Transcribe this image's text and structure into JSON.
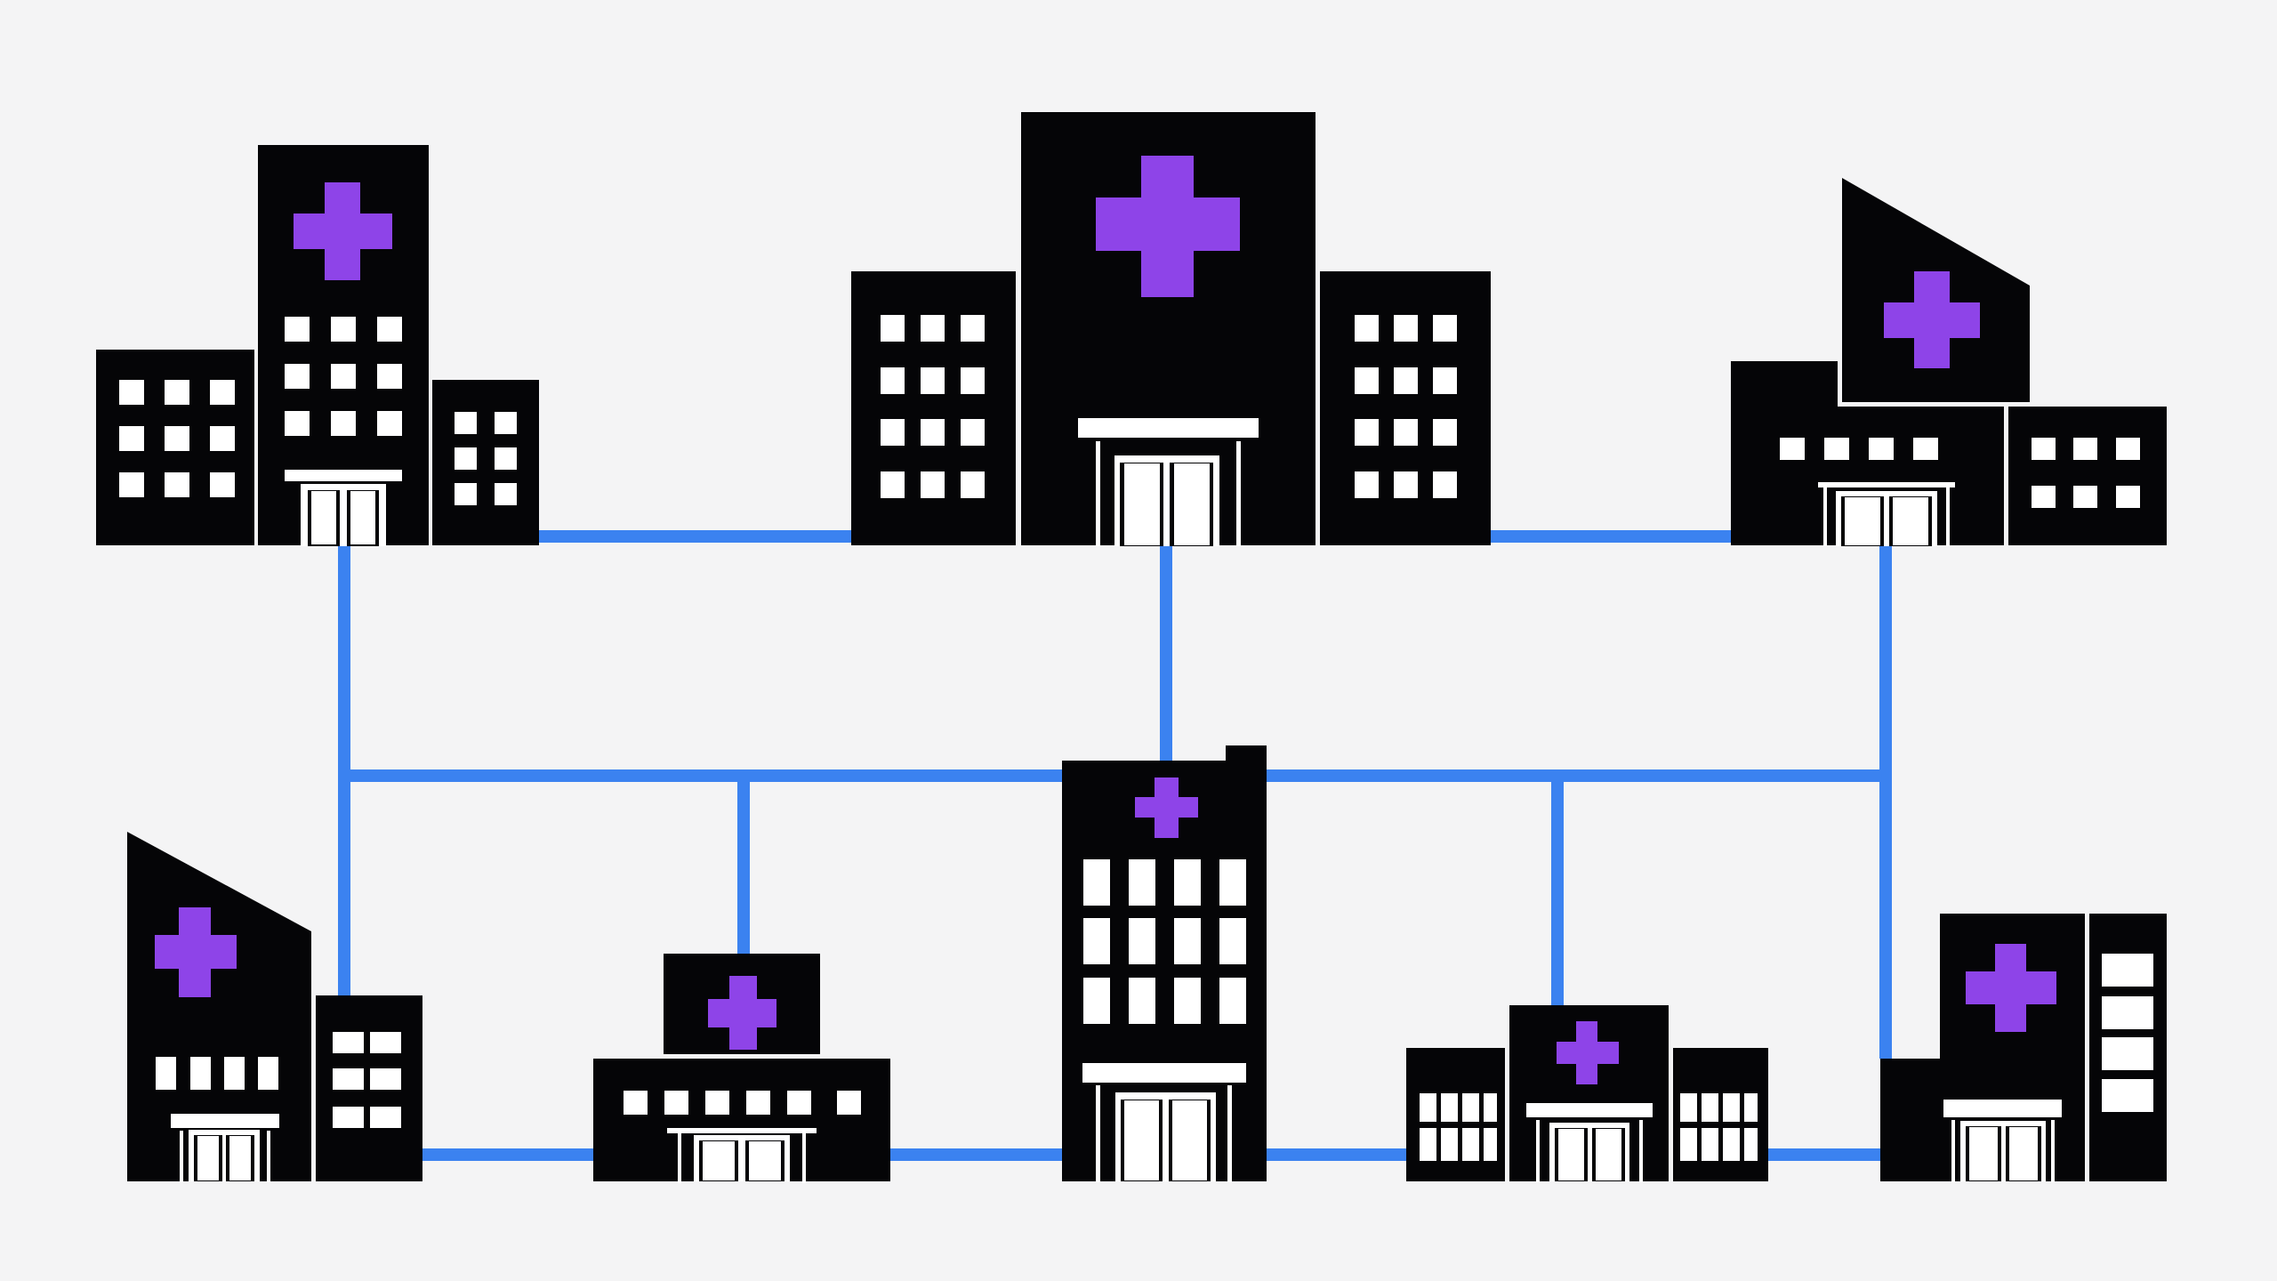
{
  "colors": {
    "background": "#f4f4f5",
    "building": "#050507",
    "window": "#ffffff",
    "cross": "#8e44e8",
    "connector": "#3b82f0"
  },
  "diagram": {
    "nodes": [
      {
        "id": "hospital-top-left",
        "icon": "hospital-building-icon",
        "row": "top",
        "column": "left"
      },
      {
        "id": "hospital-top-center",
        "icon": "hospital-building-icon",
        "row": "top",
        "column": "center"
      },
      {
        "id": "hospital-top-right",
        "icon": "hospital-building-icon",
        "row": "top",
        "column": "right"
      },
      {
        "id": "hospital-bottom-1",
        "icon": "hospital-building-icon",
        "row": "bottom",
        "column": "1"
      },
      {
        "id": "hospital-bottom-2",
        "icon": "hospital-building-icon",
        "row": "bottom",
        "column": "2"
      },
      {
        "id": "hospital-bottom-3",
        "icon": "hospital-building-icon",
        "row": "bottom",
        "column": "3"
      },
      {
        "id": "hospital-bottom-4",
        "icon": "hospital-building-icon",
        "row": "bottom",
        "column": "4"
      },
      {
        "id": "hospital-bottom-5",
        "icon": "hospital-building-icon",
        "row": "bottom",
        "column": "5"
      }
    ],
    "connection_icon": "network-line"
  }
}
